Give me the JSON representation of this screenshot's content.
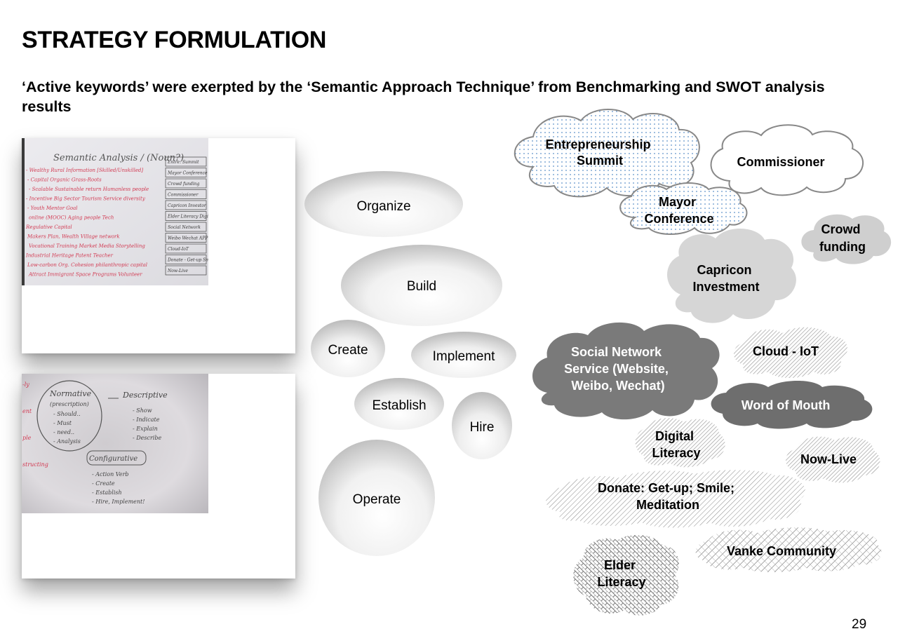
{
  "slide": {
    "title": "STRATEGY FORMULATION",
    "subtitle": "‘Active keywords’ were exerpted by the ‘Semantic Approach Technique’ from Benchmarking and SWOT analysis results",
    "page_number": "29"
  },
  "photos": {
    "whiteboard1": {
      "header": "Semantic Analysis / (Noun?)",
      "lines": [
        "- Wealthy  Rural Information  [Skilled/Unskilled]",
        "- Capital  Organic  Grass-Roots",
        "- Scalable  Sustainable  return  Humanless people",
        "- Incentive  Big Sector  Tourism  Service  diversity",
        "- Youth Mentor  Goal",
        "online  (MOOC)  Aging people  Tech",
        "Regulative  Capital",
        "Makers  Plan, Wealth  Village network",
        "Vocational Training  Market  Media  Storytelling",
        "Industrial  Heritage  Patent  Teacher",
        "Low-carbon  Org. Cohesion  philanthropic capital",
        "Attract Immigrant  Space  Programs  Volunteer"
      ],
      "boxes": [
        "Entre. Summit",
        "Mayor Conference",
        "Crowd funding",
        "Commissioner",
        "Capricon Investor",
        "Elder Literacy Digital",
        "Social Network",
        "Weibo Wechat APP",
        "Cloud-IoT",
        "Donate - Get-up Smile Meditation",
        "Now-Live"
      ]
    },
    "whiteboard2": {
      "normative": "Normative",
      "normative_sub": "(prescription)",
      "normative_items": [
        "- Should..",
        "- Must",
        "- need..",
        "- Analysis"
      ],
      "descriptive": "Descriptive",
      "descriptive_items": [
        "- Show",
        "- Indicate",
        "- Explain",
        "- Describe"
      ],
      "configurative": "Configurative",
      "configurative_items": [
        "- Action Verb",
        "- Create",
        "- Establish",
        "- Hire, Implement!"
      ],
      "side_labels": [
        "-ly",
        "ent",
        "ple",
        "structing"
      ]
    }
  },
  "verbs": [
    "Organize",
    "Build",
    "Create",
    "Implement",
    "Establish",
    "Hire",
    "Operate"
  ],
  "clouds": {
    "entrepreneurship": "Entrepreneurship Summit",
    "commissioner": "Commissioner",
    "mayor": "Mayor Conference",
    "crowd": "Crowd funding",
    "capricon": "Capricon Investment",
    "sns": "Social Network Service (Website, Weibo, Wechat)",
    "cloud_iot": "Cloud - IoT",
    "word_of_mouth": "Word of Mouth",
    "digital_literacy": "Digital Literacy",
    "now_live": "Now-Live",
    "donate": "Donate: Get-up; Smile; Meditation",
    "elder_literacy": "Elder Literacy",
    "vanke": "Vanke Community"
  },
  "colors": {
    "sns_fill": "#7a7a7a",
    "word_of_mouth_fill": "#6e6e6e",
    "capricon_fill": "#d6d6d6",
    "crowd_fill": "#cfcfcf",
    "dot_pattern": "#5b8fc9",
    "whiteboard": "#e4e2e6",
    "marker_red": "#d23a52"
  }
}
